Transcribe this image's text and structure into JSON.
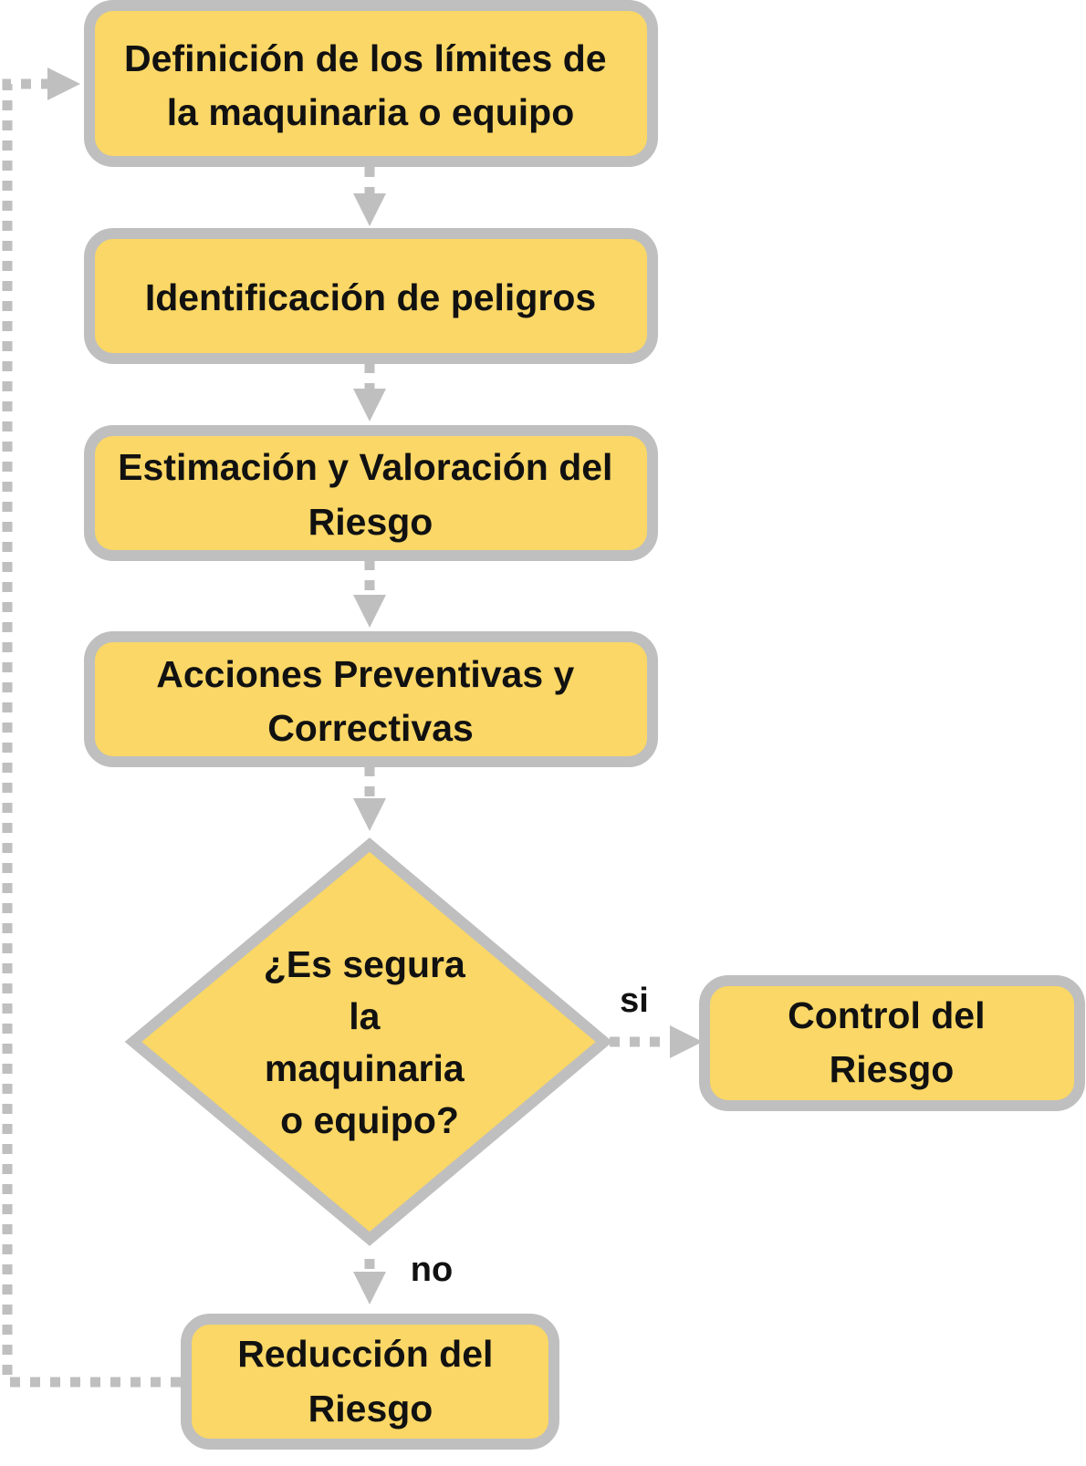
{
  "colors": {
    "box_fill": "#FAD766",
    "box_border": "#BFBFBF",
    "connector": "#BFBFBF",
    "text": "#111111"
  },
  "nodes": {
    "define_limits": {
      "shape": "rounded-rectangle",
      "lines": [
        "Definición de los límites de",
        "la maquinaria o equipo"
      ]
    },
    "hazard_id": {
      "shape": "rounded-rectangle",
      "lines": [
        "Identificación de peligros"
      ]
    },
    "risk_estimation": {
      "shape": "rounded-rectangle",
      "lines": [
        "Estimación y Valoración del",
        "Riesgo"
      ]
    },
    "actions": {
      "shape": "rounded-rectangle",
      "lines": [
        "Acciones Preventivas y",
        "Correctivas"
      ]
    },
    "decision": {
      "shape": "diamond",
      "lines": [
        "¿Es segura",
        "la",
        "maquinaria",
        "o equipo?"
      ]
    },
    "risk_control": {
      "shape": "rounded-rectangle",
      "lines": [
        "Control del",
        "Riesgo"
      ]
    },
    "risk_reduction": {
      "shape": "rounded-rectangle",
      "lines": [
        "Reducción del",
        "Riesgo"
      ]
    }
  },
  "edges": [
    {
      "from": "define_limits",
      "to": "hazard_id",
      "label": ""
    },
    {
      "from": "hazard_id",
      "to": "risk_estimation",
      "label": ""
    },
    {
      "from": "risk_estimation",
      "to": "actions",
      "label": ""
    },
    {
      "from": "actions",
      "to": "decision",
      "label": ""
    },
    {
      "from": "decision",
      "to": "risk_control",
      "label": "si"
    },
    {
      "from": "decision",
      "to": "risk_reduction",
      "label": "no"
    },
    {
      "from": "risk_reduction",
      "to": "define_limits",
      "label": ""
    }
  ],
  "edge_labels": {
    "yes": "si",
    "no": "no"
  }
}
